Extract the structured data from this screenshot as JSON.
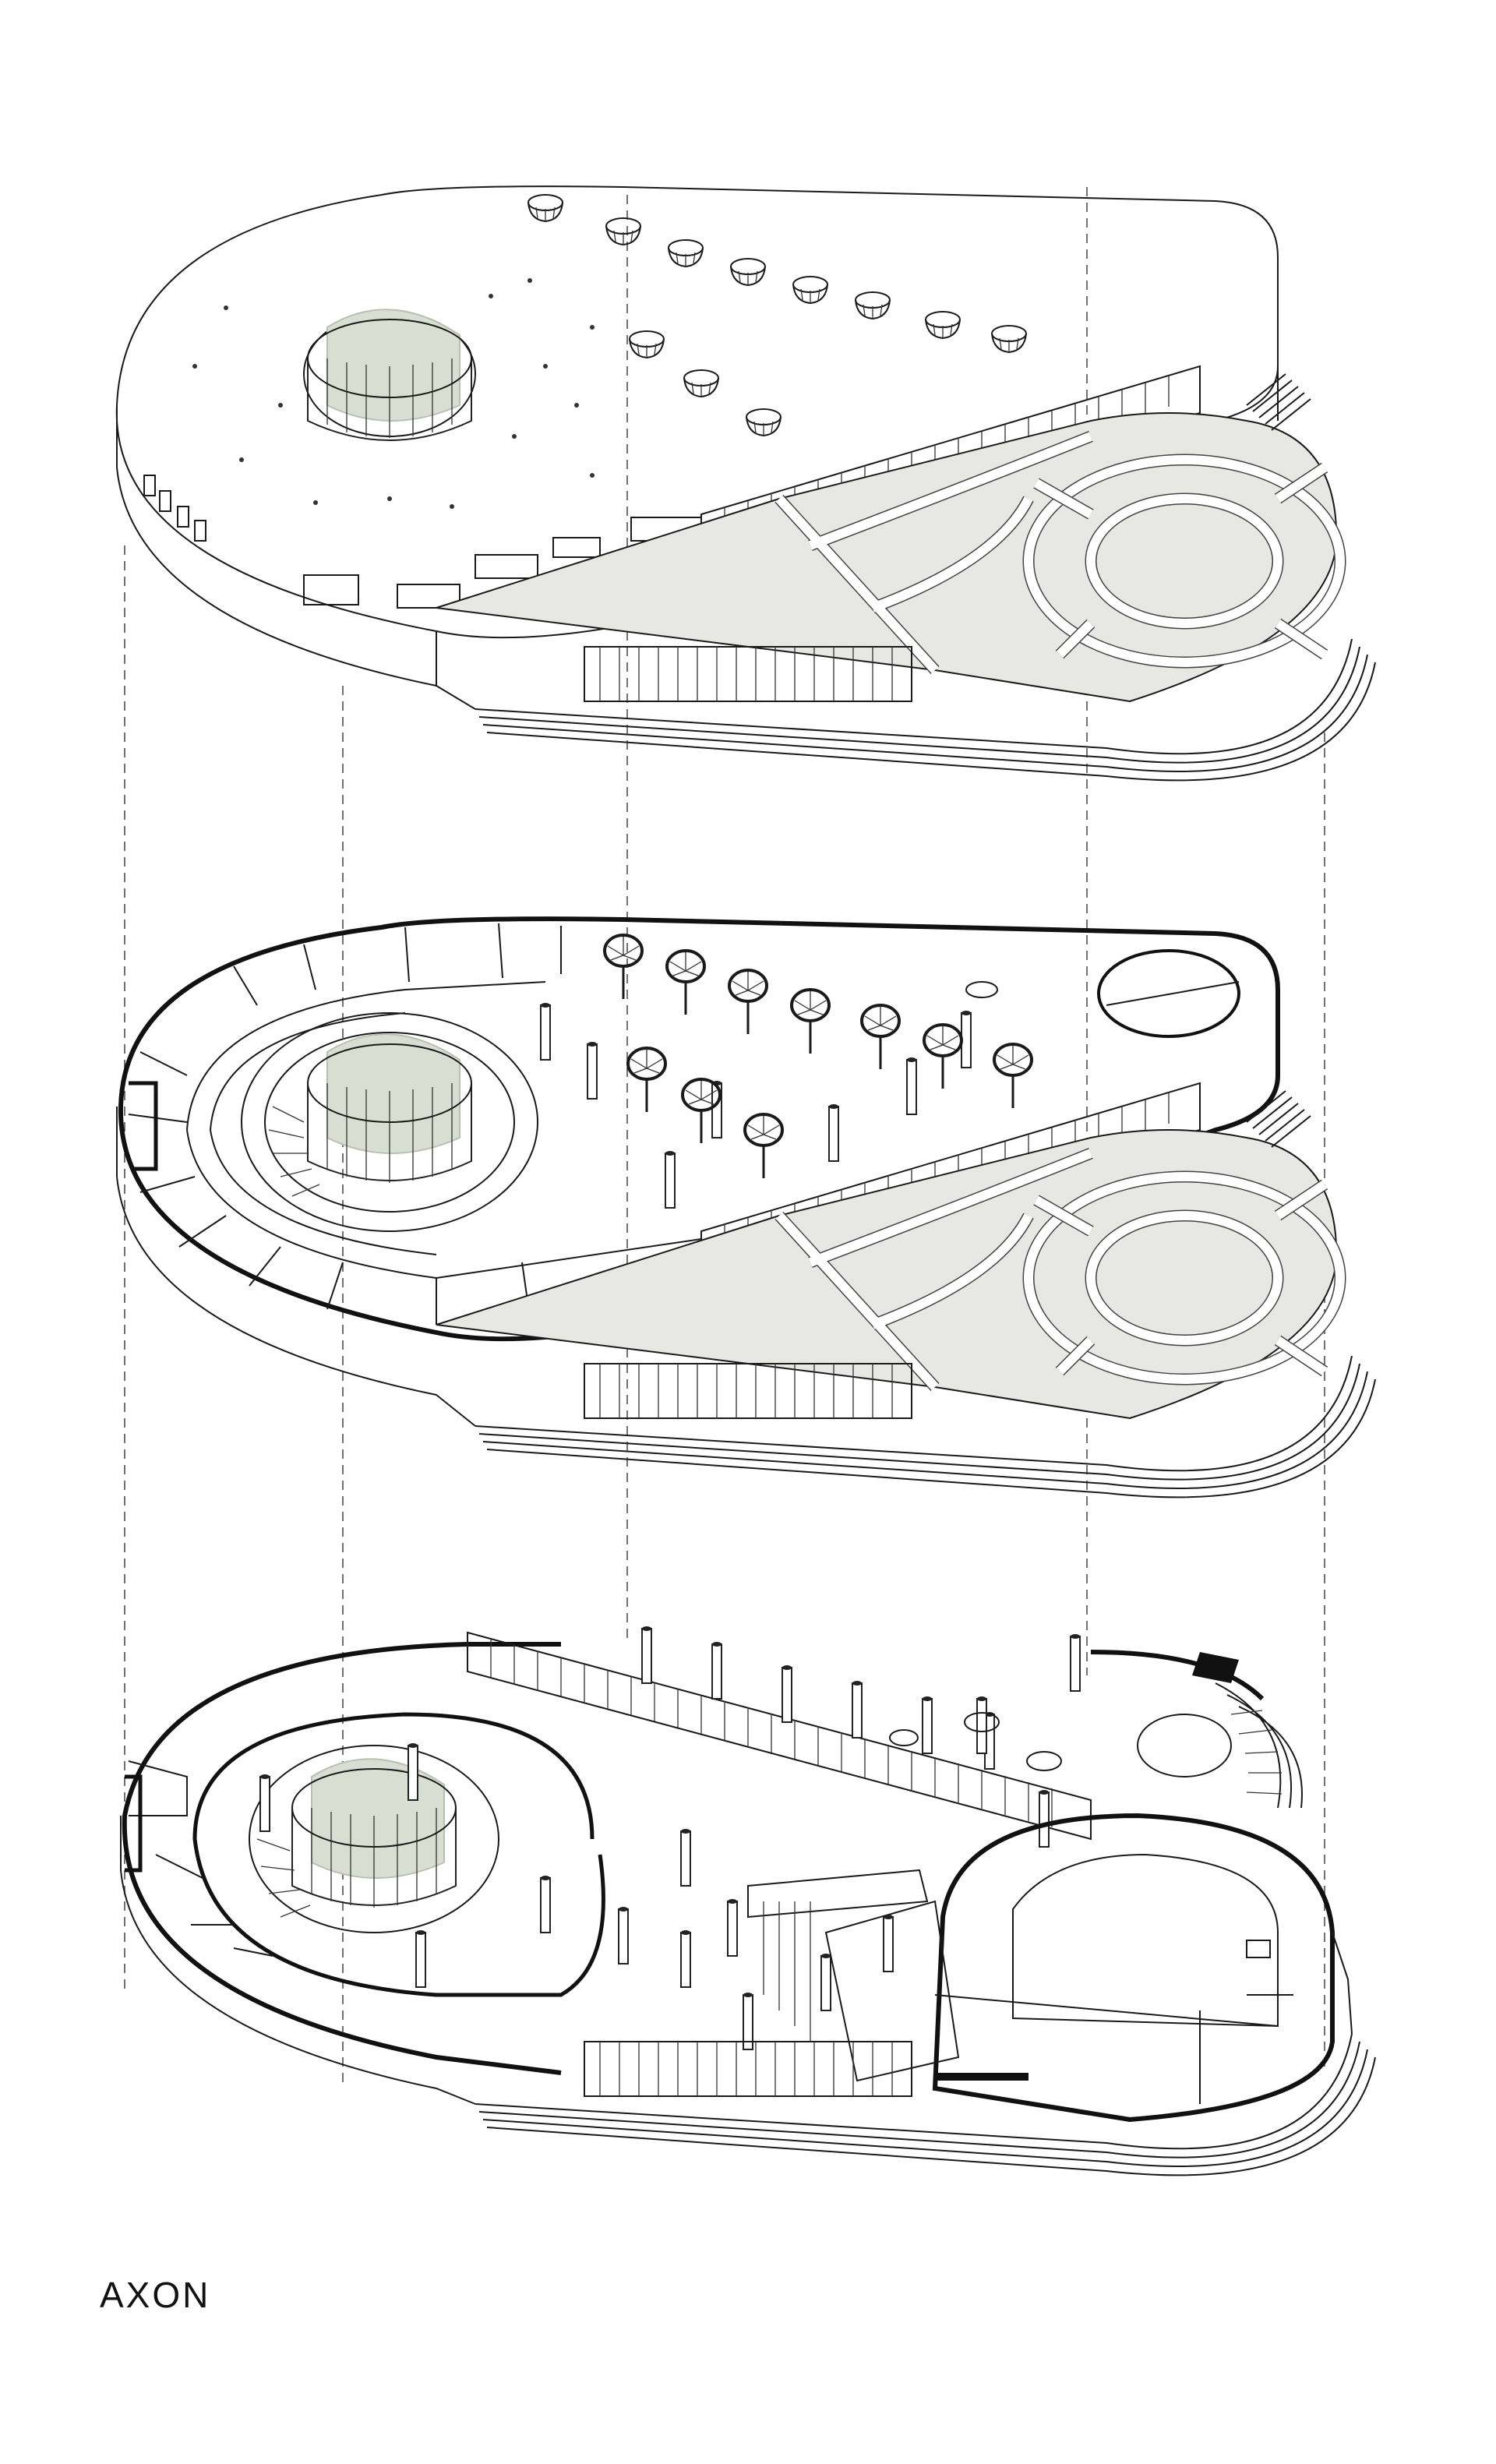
{
  "diagram": {
    "caption": "AXON",
    "levels": [
      {
        "level": "roof",
        "skylights": 11,
        "umbrellas": 0
      },
      {
        "level": "upper",
        "skylights": 0,
        "umbrellas": 10
      },
      {
        "level": "ground",
        "skylights": 0,
        "umbrellas": 0
      }
    ],
    "colors": {
      "line": "#1a1a1a",
      "deck": "#e7e8e3",
      "tree": "#d9ded2",
      "background": "#ffffff"
    }
  }
}
